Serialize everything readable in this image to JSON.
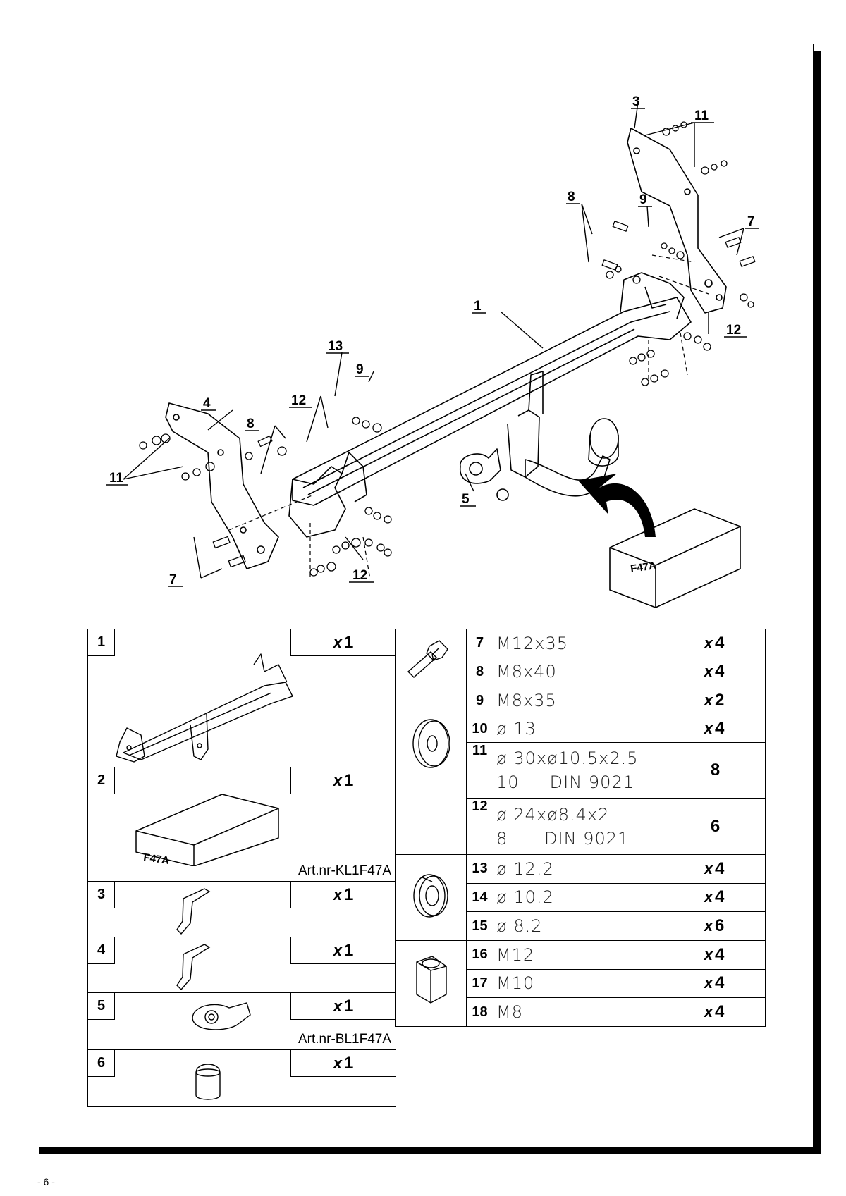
{
  "diagram": {
    "callouts": [
      "1",
      "3",
      "4",
      "5",
      "7",
      "7",
      "8",
      "8",
      "9",
      "9",
      "11",
      "11",
      "12",
      "12",
      "12",
      "13"
    ],
    "box_label": "F47A"
  },
  "parts": [
    {
      "num": "1",
      "qty_prefix": "x",
      "qty": "1",
      "art": ""
    },
    {
      "num": "2",
      "qty_prefix": "x",
      "qty": "1",
      "art": "Art.nr-KL1F47A",
      "box_label": "F47A"
    },
    {
      "num": "3",
      "qty_prefix": "x",
      "qty": "1",
      "art": ""
    },
    {
      "num": "4",
      "qty_prefix": "x",
      "qty": "1",
      "art": ""
    },
    {
      "num": "5",
      "qty_prefix": "x",
      "qty": "1",
      "art": "Art.nr-BL1F47A"
    },
    {
      "num": "6",
      "qty_prefix": "x",
      "qty": "1",
      "art": ""
    }
  ],
  "fasteners": [
    {
      "num": "7",
      "desc": "M12x35",
      "qty_prefix": "x",
      "qty": "4"
    },
    {
      "num": "8",
      "desc": "M8x40",
      "qty_prefix": "x",
      "qty": "4"
    },
    {
      "num": "9",
      "desc": "M8x35",
      "qty_prefix": "x",
      "qty": "2"
    },
    {
      "num": "10",
      "desc": "ø 13",
      "qty_prefix": "x",
      "qty": "4"
    },
    {
      "num": "11",
      "desc": "ø 30xø10.5x2.5",
      "desc2": "10     DIN 9021",
      "qty_prefix": "",
      "qty": "8"
    },
    {
      "num": "12",
      "desc": "ø 24xø8.4x2",
      "desc2": "8      DIN 9021",
      "qty_prefix": "",
      "qty": "6"
    },
    {
      "num": "13",
      "desc": "ø 12.2",
      "qty_prefix": "x",
      "qty": "4"
    },
    {
      "num": "14",
      "desc": "ø 10.2",
      "qty_prefix": "x",
      "qty": "4"
    },
    {
      "num": "15",
      "desc": "ø 8.2",
      "qty_prefix": "x",
      "qty": "6"
    },
    {
      "num": "16",
      "desc": "M12",
      "qty_prefix": "x",
      "qty": "4"
    },
    {
      "num": "17",
      "desc": "M10",
      "qty_prefix": "x",
      "qty": "4"
    },
    {
      "num": "18",
      "desc": "M8",
      "qty_prefix": "x",
      "qty": "4"
    }
  ],
  "page_number": "- 6 -"
}
